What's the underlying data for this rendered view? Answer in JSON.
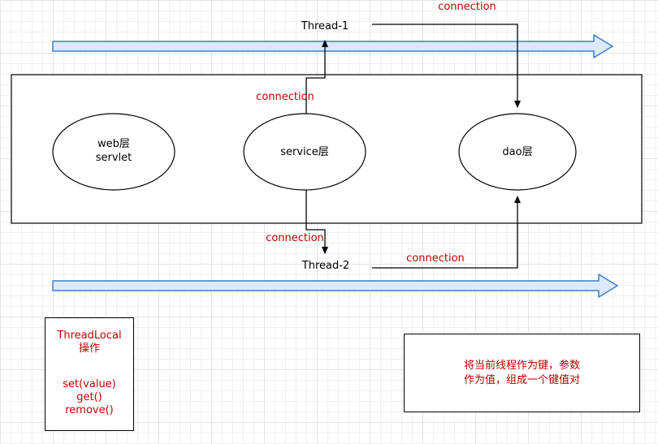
{
  "colors": {
    "red_text": "#c00000",
    "blue_arrow_fill": "#dbe9fb",
    "blue_arrow_stroke": "#3d7ecc",
    "shape_stroke": "#000000"
  },
  "top": {
    "connection_label": "connection",
    "thread1_label": "Thread-1"
  },
  "middle": {
    "connection_label": "connection"
  },
  "bottom": {
    "connection_left_label": "connection",
    "thread2_label": "Thread-2",
    "connection_right_label": "connection"
  },
  "layers": {
    "web": {
      "line1": "web层",
      "line2": "servlet"
    },
    "service": {
      "label": "service层"
    },
    "dao": {
      "label": "dao层"
    }
  },
  "threadlocal_box": {
    "title_line1": "ThreadLocal",
    "title_line2": "操作",
    "method1": "set(value)",
    "method2": "get()",
    "method3": "remove()"
  },
  "note_box": {
    "line1": "将当前线程作为键，参数",
    "line2": "作为值，组成一个键值对"
  }
}
